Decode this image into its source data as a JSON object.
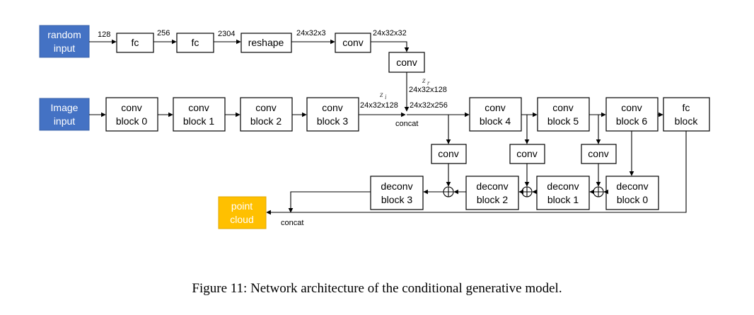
{
  "nodes": {
    "random_input": [
      "random",
      "input"
    ],
    "fc1": "fc",
    "fc2": "fc",
    "reshape": "reshape",
    "conv_top": "conv",
    "conv_mid": "conv",
    "image_input": [
      "Image",
      "input"
    ],
    "conv_block_0": [
      "conv",
      "block 0"
    ],
    "conv_block_1": [
      "conv",
      "block 1"
    ],
    "conv_block_2": [
      "conv",
      "block 2"
    ],
    "conv_block_3": [
      "conv",
      "block 3"
    ],
    "conv_block_4": [
      "conv",
      "block 4"
    ],
    "conv_block_5": [
      "conv",
      "block 5"
    ],
    "conv_block_6": [
      "conv",
      "block 6"
    ],
    "fc_block": [
      "fc",
      "block"
    ],
    "conv_a": "conv",
    "conv_b": "conv",
    "conv_c": "conv",
    "deconv_block_0": [
      "deconv",
      "block 0"
    ],
    "deconv_block_1": [
      "deconv",
      "block 1"
    ],
    "deconv_block_2": [
      "deconv",
      "block 2"
    ],
    "deconv_block_3": [
      "deconv",
      "block 3"
    ],
    "point_cloud": [
      "point",
      "cloud"
    ]
  },
  "edge_labels": {
    "e128": "128",
    "e256": "256",
    "e2304": "2304",
    "e24x32x3": "24x32x3",
    "e24x32x32": "24x32x32",
    "zr_shape": "24x32x128",
    "zi_shape": "24x32x128",
    "concat_shape": "24x32x256"
  },
  "concat_label": "concat",
  "concat_label_2": "concat",
  "latent_labels": {
    "zr": "z",
    "zr_sub": "r",
    "zi": "z",
    "zi_sub": "i"
  },
  "caption": "Figure 11: Network architecture of the conditional generative model.",
  "colors": {
    "input_blue": "#4472c4",
    "output_gold": "#ffc000"
  }
}
